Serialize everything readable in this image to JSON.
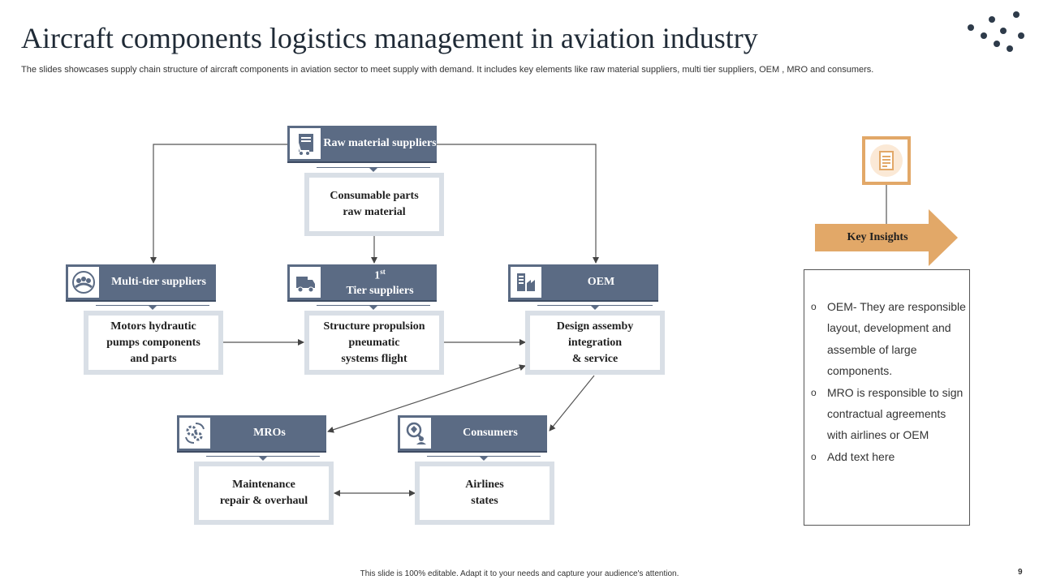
{
  "title": "Aircraft components logistics management in aviation industry",
  "subtitle": "The slides showcases supply chain structure of aircraft components in aviation sector to meet supply with demand. It includes key elements like raw material suppliers, multi tier suppliers, OEM , MRO and consumers.",
  "nodes": {
    "raw": {
      "header": "Raw material\nsuppliers",
      "body": "Consumable parts\nraw material",
      "icon": "shopping-cart-document-icon"
    },
    "multi": {
      "header": "Multi-tier\nsuppliers",
      "body": "Motors hydrautic\npumps  components\nand parts",
      "icon": "team-network-icon"
    },
    "tier1": {
      "header_sup": "st",
      "header_num": "1",
      "header_rest": "Tier suppliers",
      "body": "Structure  propulsion\npneumatic\nsystems flight",
      "icon": "delivery-truck-icon"
    },
    "oem": {
      "header": "OEM",
      "body": "Design assemby\nintegration\n& service",
      "icon": "factory-icon"
    },
    "mro": {
      "header": "MROs",
      "body": "Maintenance\nrepair & overhaul",
      "icon": "gears-cycle-icon"
    },
    "consumers": {
      "header": "Consumers",
      "body": "Airlines\nstates",
      "icon": "user-search-icon"
    }
  },
  "key_insights": {
    "label": "Key Insights",
    "icon": "document-list-icon",
    "items": [
      "OEM- They are responsible layout, development and assemble of large components.",
      "MRO is responsible to sign contractual agreements with airlines or OEM",
      "Add text here"
    ]
  },
  "footer": "This slide is 100% editable. Adapt it to your needs and capture your audience's attention.",
  "page_number": "9",
  "colors": {
    "header_fill": "#5b6b84",
    "box_border": "#d9dfe6",
    "accent": "#e2a868",
    "title": "#1f2a36"
  }
}
